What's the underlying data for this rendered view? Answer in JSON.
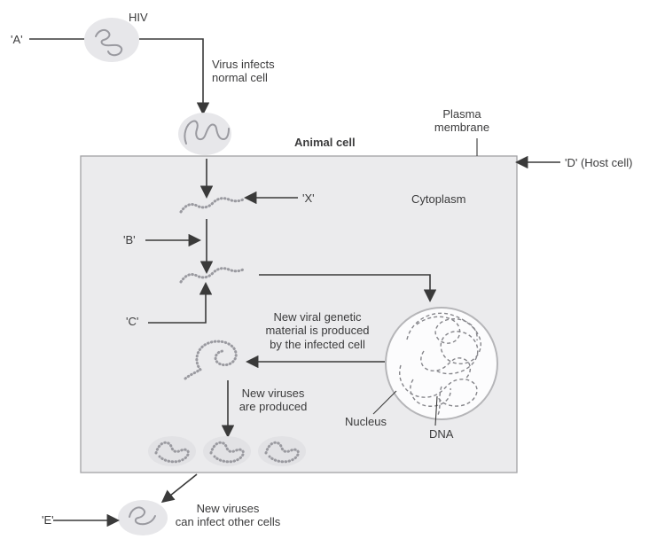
{
  "appearance": {
    "colors": {
      "line": "#3a3a3a",
      "text": "#3b3b3c",
      "cell_fill": "#ebebed",
      "cell_border": "#a2a2a5",
      "virus_fill": "#e7e7ea",
      "inner_virus_fill": "#e2e2e5",
      "nucleus_fill": "#fcfcfd",
      "nucleus_border": "#b5b5b8",
      "strand": "#9a9aa0",
      "dna_tangle": "#85858a"
    }
  },
  "labels": {
    "a": "'A'",
    "hiv": "HIV",
    "virus_infects": "Virus infects\nnormal cell",
    "animal_cell": "Animal cell",
    "plasma_membrane": "Plasma\nmembrane",
    "d_host_cell": "'D' (Host cell)",
    "cytoplasm": "Cytoplasm",
    "x": "'X'",
    "b": "'B'",
    "c": "'C'",
    "viral_material": "New viral genetic\nmaterial is produced\nby the infected cell",
    "nucleus": "Nucleus",
    "dna": "DNA",
    "new_viruses_produced": "New viruses\nare produced",
    "e": "'E'",
    "new_viruses_infect": "New viruses\ncan infect other cells"
  }
}
